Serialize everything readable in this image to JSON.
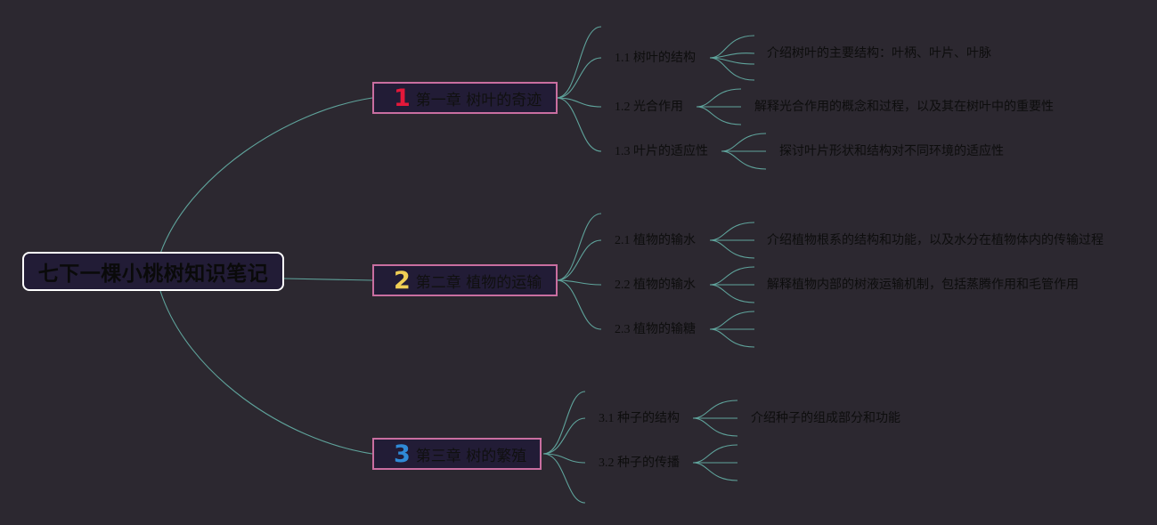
{
  "colors": {
    "background": "#2c2830",
    "line": "#5fa39b",
    "root_border": "#ffffff",
    "chapter_border": "#c96ea0",
    "node_fill": "#221c36",
    "num1": "#e3183a",
    "num2": "#f0cf55",
    "num3": "#2f8ad6"
  },
  "root": {
    "title": "七下一棵小桃树知识笔记"
  },
  "chapters": [
    {
      "num": "1",
      "title": "第一章 树叶的奇迹",
      "sections": [
        {
          "title": "1.1 树叶的结构",
          "desc": "介绍树叶的主要结构：叶柄、叶片、叶脉"
        },
        {
          "title": "1.2 光合作用",
          "desc": "解释光合作用的概念和过程，以及其在树叶中的重要性"
        },
        {
          "title": "1.3 叶片的适应性",
          "desc": "探讨叶片形状和结构对不同环境的适应性"
        }
      ]
    },
    {
      "num": "2",
      "title": "第二章 植物的运输",
      "sections": [
        {
          "title": "2.1 植物的输水",
          "desc": "介绍植物根系的结构和功能，以及水分在植物体内的传输过程"
        },
        {
          "title": "2.2 植物的输水",
          "desc": "解释植物内部的树液运输机制，包括蒸腾作用和毛管作用"
        },
        {
          "title": "2.3 植物的输糖",
          "desc": ""
        }
      ]
    },
    {
      "num": "3",
      "title": "第三章 树的繁殖",
      "sections": [
        {
          "title": "3.1 种子的结构",
          "desc": "介绍种子的组成部分和功能"
        },
        {
          "title": "3.2 种子的传播",
          "desc": ""
        }
      ]
    }
  ]
}
